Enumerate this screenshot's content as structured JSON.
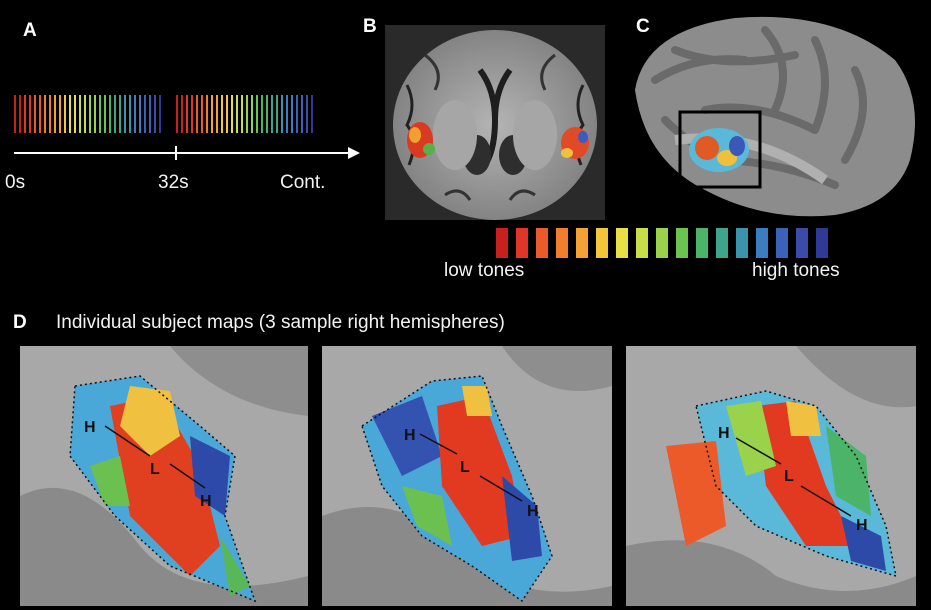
{
  "panels": {
    "a": {
      "label": "A",
      "tick_0": "0s",
      "tick_1": "32s",
      "tick_2": "Cont."
    },
    "b": {
      "label": "B"
    },
    "c": {
      "label": "C",
      "legend_low": "low tones",
      "legend_high": "high tones"
    },
    "d": {
      "label": "D",
      "title": "Individual subject maps (3 sample right hemispheres)",
      "map_labels": [
        "H",
        "L",
        "H"
      ]
    }
  },
  "colors": {
    "tonotopic_scale": [
      "#c8201e",
      "#e0362a",
      "#ec5a2a",
      "#f07e2c",
      "#f4a234",
      "#f2c83a",
      "#e8e044",
      "#c8de48",
      "#9ad24c",
      "#6cc450",
      "#4cb468",
      "#3ea48c",
      "#3a94ac",
      "#3c7cc0",
      "#3a62b8",
      "#3a4ca8",
      "#2e3a96"
    ],
    "background": "#000000",
    "cortex": "#9a9a9a"
  }
}
